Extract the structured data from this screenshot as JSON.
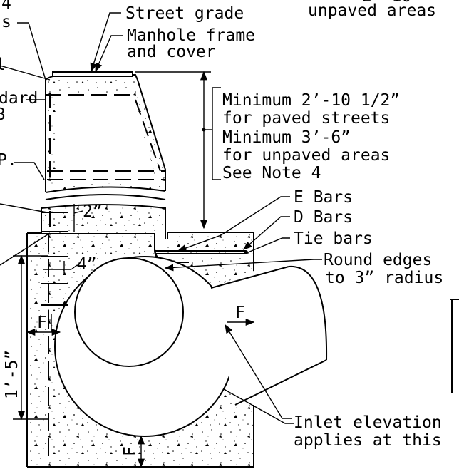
{
  "labels": {
    "partial_top_left_1": "4",
    "partial_top_left_2": "s",
    "partial_left_3": "l",
    "partial_left_4": "dard",
    "partial_left_5": "3",
    "partial_left_6": "P.",
    "street_grade": "Street grade",
    "manhole_frame_1": "Manhole frame",
    "manhole_frame_2": "and cover",
    "partial_top_right_1": "2’-10",
    "partial_top_right_2": "unpaved areas",
    "dim_note_1": "Minimum 2’-10 1/2”",
    "dim_note_2": "for paved streets",
    "dim_note_3": "Minimum 3’-6”",
    "dim_note_4": "for unpaved areas",
    "dim_note_5": "See Note 4",
    "e_bars": "E Bars",
    "d_bars": "D Bars",
    "tie_bars": "Tie bars",
    "round_edges_1": "Round edges",
    "round_edges_2": "to 3” radius",
    "dim_2in": "2”",
    "dim_4in": "4”",
    "dim_1ft5": "1’-5”",
    "dim_f_right": "F",
    "dim_f_left": "F",
    "dim_f_bottom": "F",
    "inlet_elev_1": "Inlet elevation",
    "inlet_elev_2": "applies at this"
  }
}
